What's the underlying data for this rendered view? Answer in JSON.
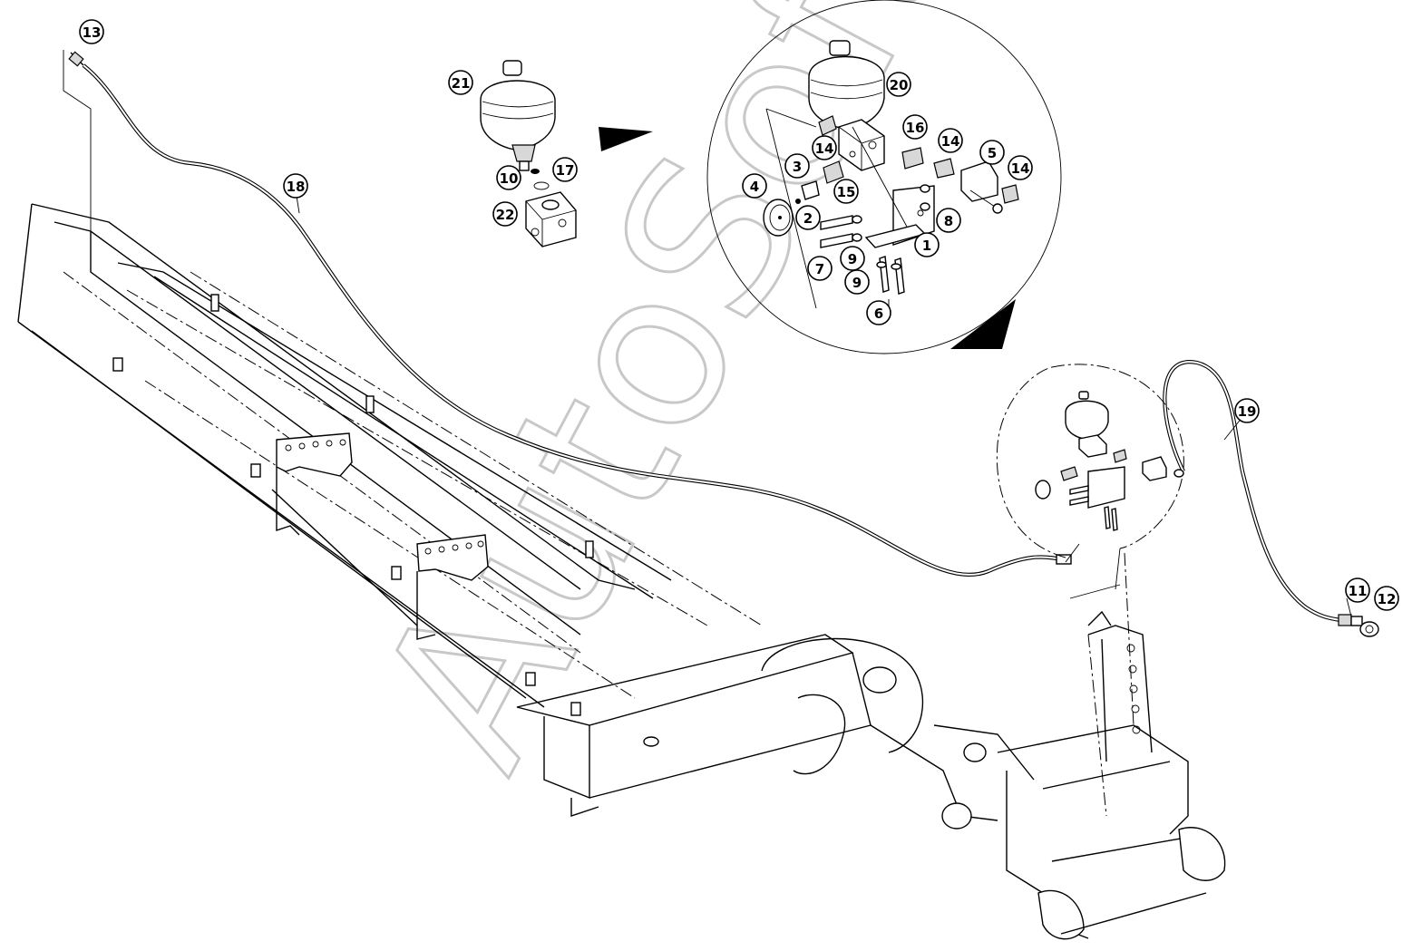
{
  "watermark": "AutoSoft",
  "callouts": [
    "1",
    "2",
    "3",
    "4",
    "5",
    "6",
    "7",
    "8",
    "9",
    "9",
    "10",
    "11",
    "12",
    "13",
    "14",
    "14",
    "14",
    "15",
    "16",
    "17",
    "18",
    "19",
    "20",
    "21",
    "22"
  ]
}
